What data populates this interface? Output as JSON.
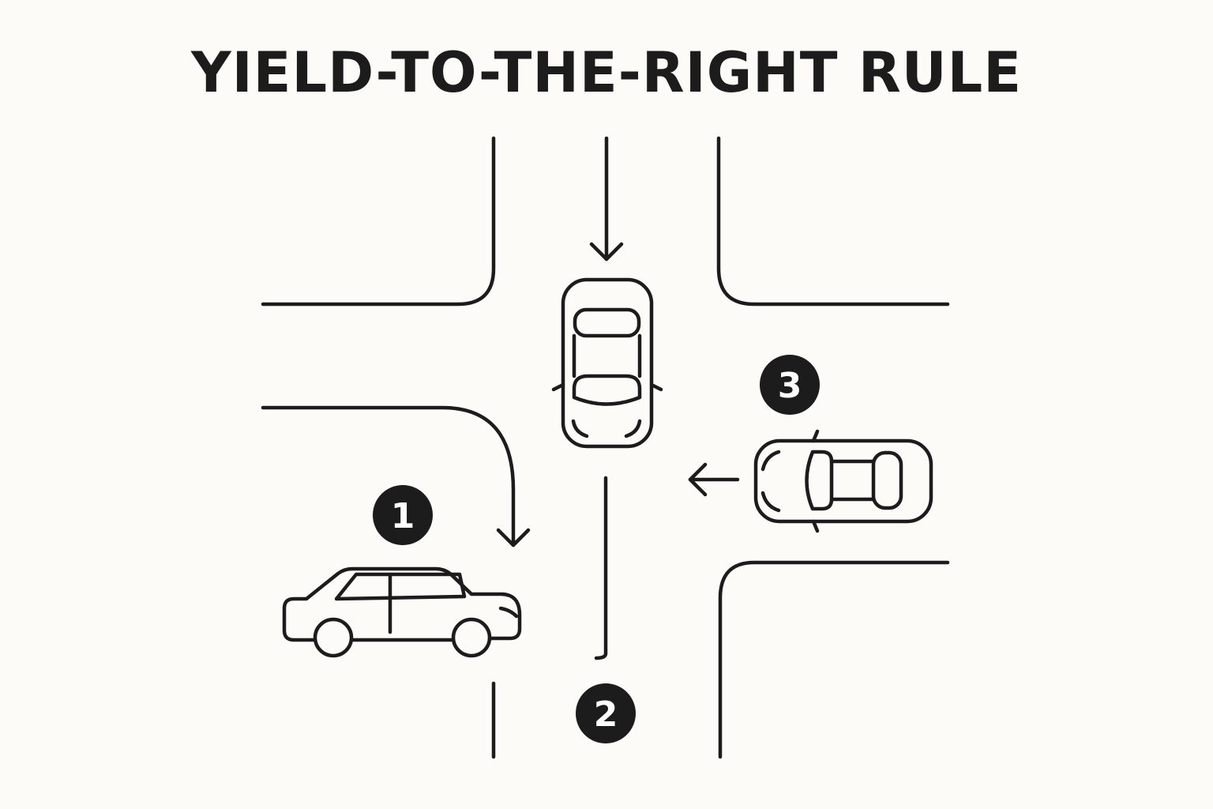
{
  "title": "YIELD-TO-THE-RIGHT RULE",
  "badges": {
    "car_1": "1",
    "car_2": "2",
    "car_3": "3"
  },
  "colors": {
    "ink": "#1c1c1c",
    "background": "#fcfbf7"
  }
}
